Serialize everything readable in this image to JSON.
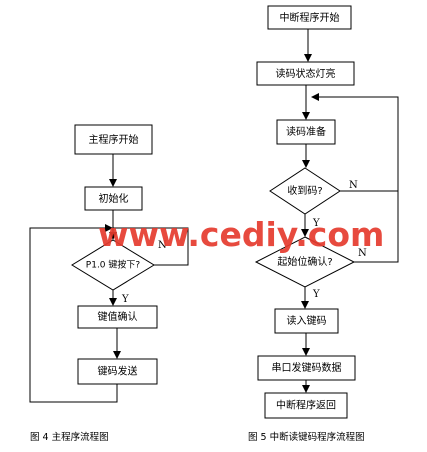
{
  "figure4": {
    "nodes": {
      "main_start": "主程序开始",
      "init": "初始化",
      "p10_pressed": "P1.0 键按下?",
      "key_confirm": "键值确认",
      "key_send": "键码发送"
    },
    "labels": {
      "yes": "Y",
      "no": "N"
    },
    "caption": "图 4  主程序流程图"
  },
  "figure5": {
    "nodes": {
      "isr_start": "中断程序开始",
      "read_led_on": "读码状态灯亮",
      "read_ready": "读码准备",
      "code_received": "收到码?",
      "start_bit_confirm": "起始位确认?",
      "read_key": "读入键码",
      "uart_send": "串口发键码数据",
      "isr_return": "中断程序返回"
    },
    "labels": {
      "yes1": "Y",
      "no1": "N",
      "yes2": "Y",
      "no2": "N"
    },
    "caption": "图 5  中断读键码程序流程图"
  },
  "watermark": "www.cediy.com"
}
